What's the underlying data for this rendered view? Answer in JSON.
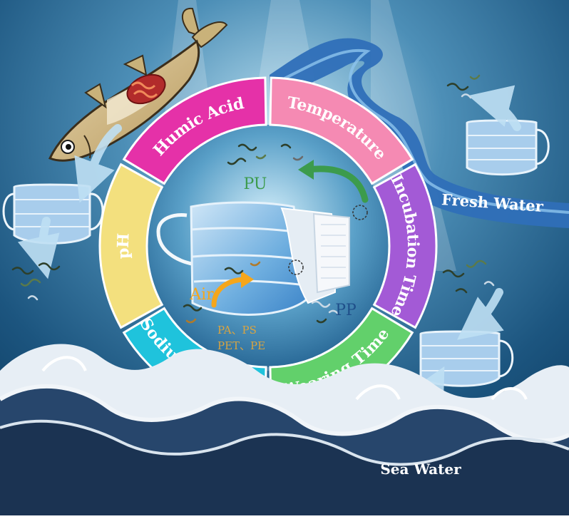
{
  "segments": [
    {
      "label": "Humic Acid",
      "color": "#e531a8"
    },
    {
      "label": "Temperature",
      "color": "#f58ab3"
    },
    {
      "label": "Incubation Time",
      "color": "#a35ad6"
    },
    {
      "label": "Wearing Time",
      "color": "#62d06b"
    },
    {
      "label": "Sodium Chloride",
      "color": "#1fc3dc"
    },
    {
      "label": "pH",
      "color": "#f3e07e"
    }
  ],
  "center": {
    "pu": "PU",
    "air": "Air",
    "pp": "PP",
    "pa_ps": "PA、PS",
    "pet_pe": "PET、PE"
  },
  "labels": {
    "fresh_water": "Fresh Water",
    "sea_water": "Sea Water"
  },
  "colors": {
    "background_top": "#0d3d63",
    "background_mid": "#4d8fb7",
    "river": "#2f6fb8",
    "mask": "#9cc7ea",
    "sea_dark": "#1b3352",
    "wave_white": "#f1f5f9",
    "pu_color": "#3c9b4c",
    "air_color": "#f5a61b",
    "pp_color": "#1f4f8a"
  }
}
